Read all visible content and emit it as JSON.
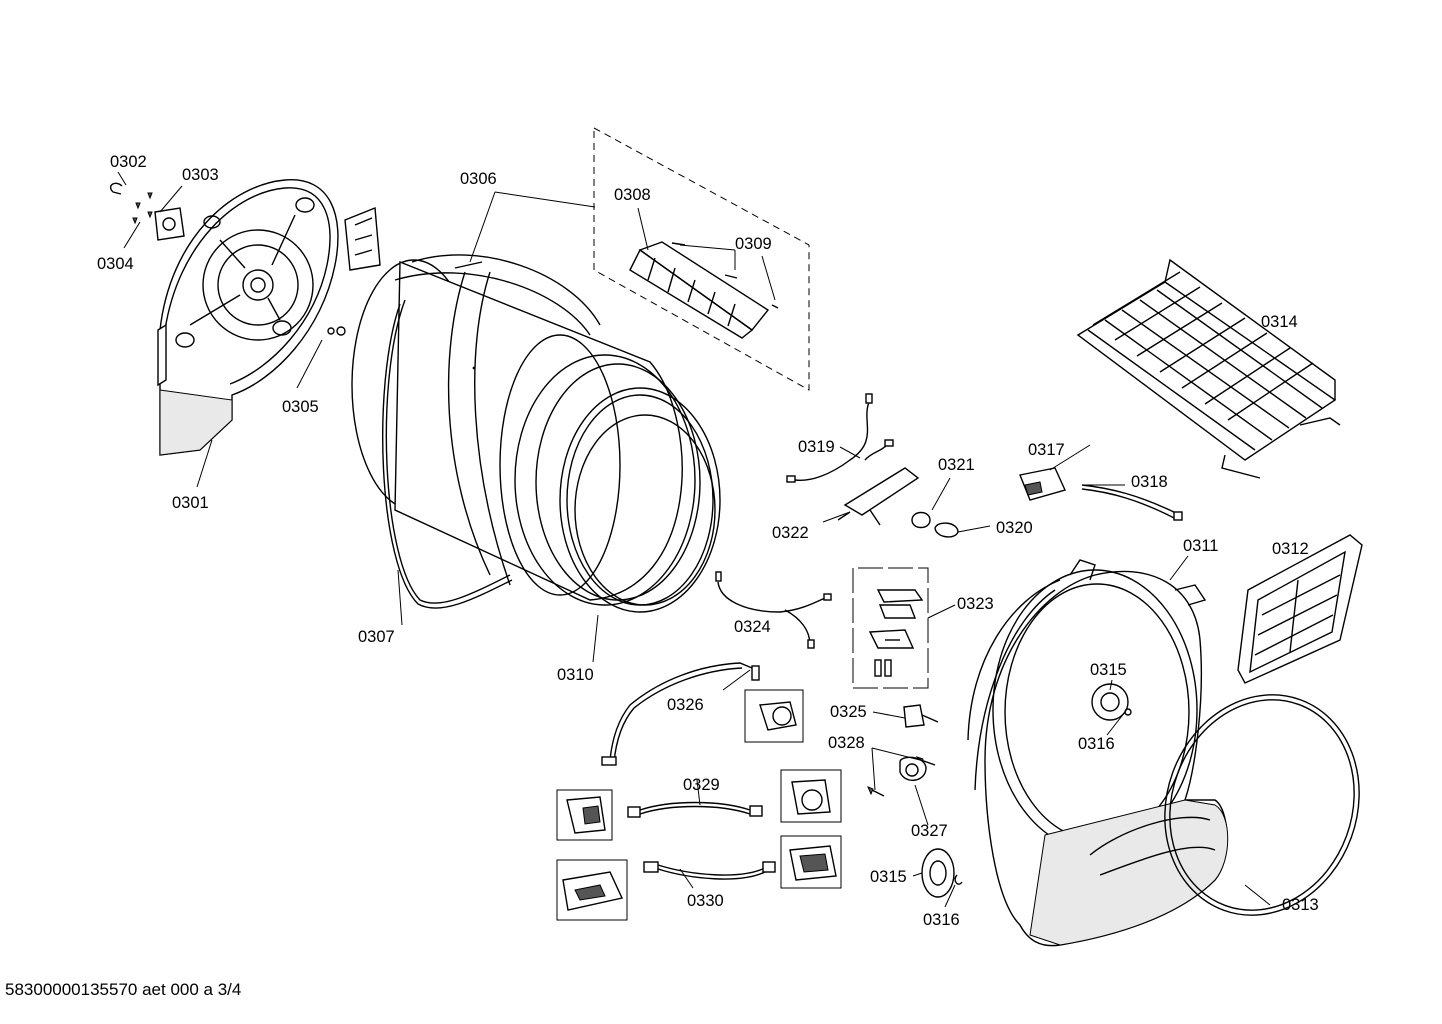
{
  "document_id": "58300000135570 aet 000 a 3/4",
  "labels": {
    "p0301": "0301",
    "p0302": "0302",
    "p0303": "0303",
    "p0304": "0304",
    "p0305": "0305",
    "p0306": "0306",
    "p0307": "0307",
    "p0308": "0308",
    "p0309": "0309",
    "p0310": "0310",
    "p0311": "0311",
    "p0312": "0312",
    "p0313": "0313",
    "p0314": "0314",
    "p0315a": "0315",
    "p0315b": "0315",
    "p0316a": "0316",
    "p0316b": "0316",
    "p0317": "0317",
    "p0318": "0318",
    "p0319": "0319",
    "p0320": "0320",
    "p0321": "0321",
    "p0322": "0322",
    "p0323": "0323",
    "p0324": "0324",
    "p0325": "0325",
    "p0326": "0326",
    "p0327": "0327",
    "p0328": "0328",
    "p0329": "0329",
    "p0330": "0330"
  }
}
